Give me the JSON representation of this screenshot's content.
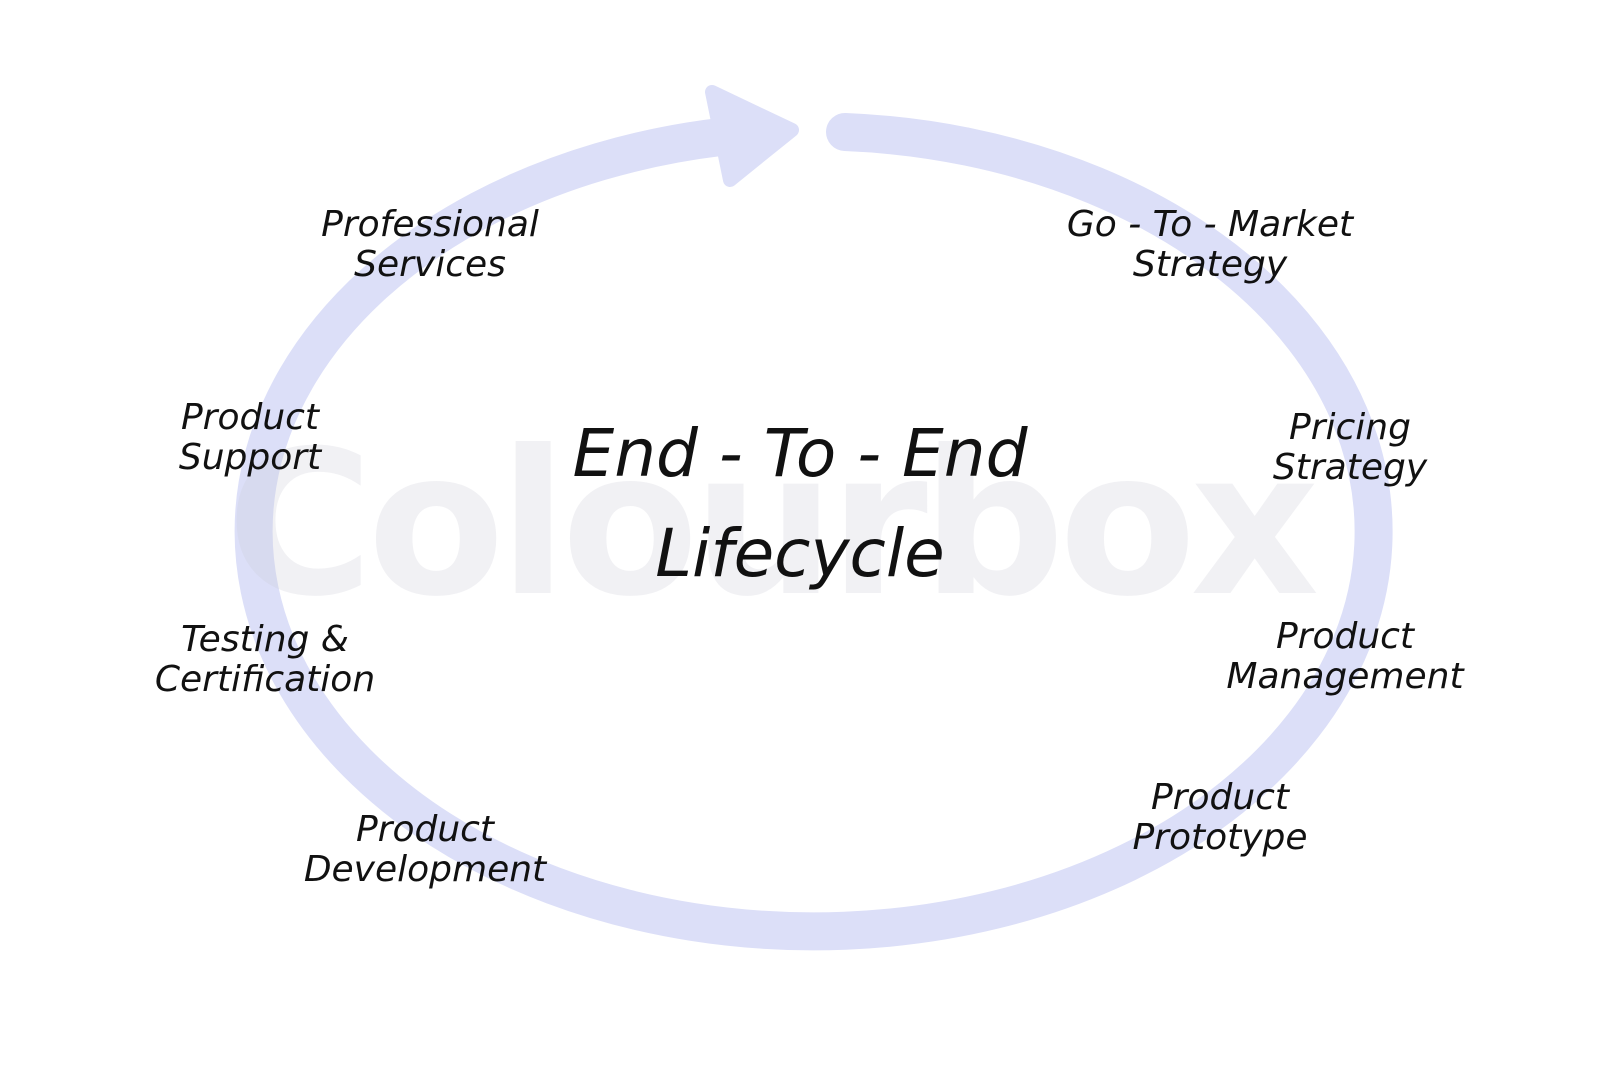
{
  "diagram": {
    "title_line1": "End - To - End",
    "title_line2": "Lifecycle",
    "watermark": "Colourbox",
    "arrow_color": "#dcdff8",
    "steps": [
      {
        "line1": "Go - To - Market",
        "line2": "Strategy"
      },
      {
        "line1": "Pricing",
        "line2": "Strategy"
      },
      {
        "line1": "Product",
        "line2": "Management"
      },
      {
        "line1": "Product",
        "line2": "Prototype"
      },
      {
        "line1": "Product",
        "line2": "Development"
      },
      {
        "line1": "Testing &",
        "line2": "Certification"
      },
      {
        "line1": "Product",
        "line2": "Support"
      },
      {
        "line1": "Professional",
        "line2": "Services"
      }
    ]
  }
}
